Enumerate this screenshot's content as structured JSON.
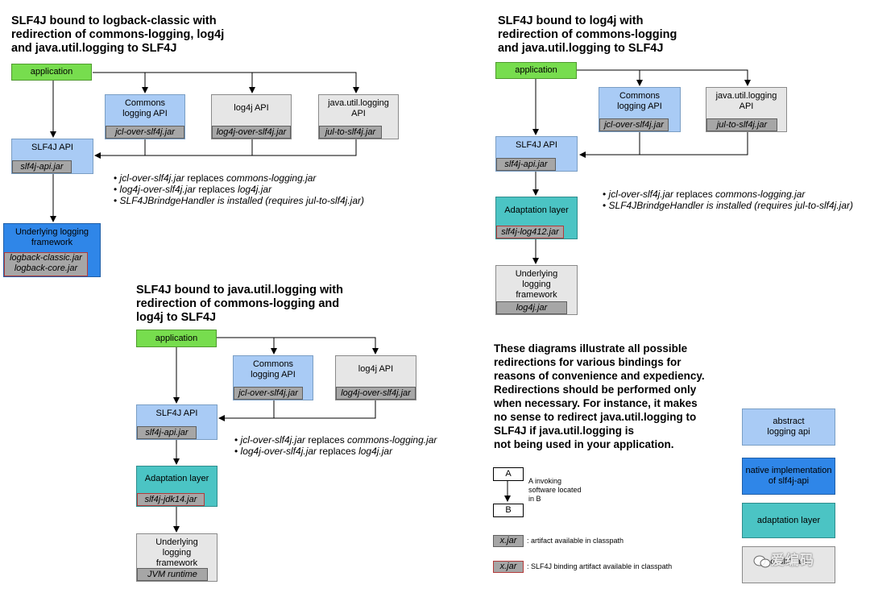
{
  "diagram1": {
    "title_lines": [
      "SLF4J bound to logback-classic with",
      "redirection of commons-logging, log4j",
      "and java.util.logging to SLF4J"
    ],
    "application": "application",
    "commons": {
      "label_lines": [
        "Commons",
        "logging API"
      ],
      "jar": "jcl-over-slf4j.jar"
    },
    "log4j": {
      "label": "log4j API",
      "jar": "log4j-over-slf4j.jar"
    },
    "jul": {
      "label_lines": [
        "java.util.logging",
        "API"
      ],
      "jar": "jul-to-slf4j.jar"
    },
    "slf4j": {
      "label": "SLF4J API",
      "jar": "slf4j-api.jar"
    },
    "underlying": {
      "label_lines": [
        "Underlying logging",
        "framework"
      ],
      "jar_lines": [
        "logback-classic.jar",
        "logback-core.jar"
      ]
    },
    "notes": [
      {
        "italic": "jcl-over-slf4j.jar",
        "text": " replaces ",
        "italic2": "commons-logging.jar"
      },
      {
        "italic": "log4j-over-slf4j.jar",
        "text": " replaces ",
        "italic2": "log4j.jar"
      },
      {
        "italic": "SLF4JBrindgeHandler is installed (requires jul-to-slf4j.jar)",
        "text": "",
        "italic2": ""
      }
    ]
  },
  "diagram2": {
    "title_lines": [
      "SLF4J bound to java.util.logging with",
      "redirection of commons-logging and",
      "log4j to SLF4J"
    ],
    "application": "application",
    "commons": {
      "label_lines": [
        "Commons",
        "logging API"
      ],
      "jar": "jcl-over-slf4j.jar"
    },
    "log4j": {
      "label": "log4j API",
      "jar": "log4j-over-slf4j.jar"
    },
    "slf4j": {
      "label": "SLF4J API",
      "jar": "slf4j-api.jar"
    },
    "adaptation": {
      "label": "Adaptation layer",
      "jar": "slf4j-jdk14.jar"
    },
    "underlying": {
      "label_lines": [
        "Underlying",
        "logging",
        "framework"
      ],
      "jar": "JVM runtime"
    },
    "notes": [
      {
        "italic": "jcl-over-slf4j.jar",
        "text": " replaces ",
        "italic2": "commons-logging.jar"
      },
      {
        "italic": "log4j-over-slf4j.jar",
        "text": " replaces ",
        "italic2": "log4j.jar"
      }
    ]
  },
  "diagram3": {
    "title_lines": [
      "SLF4J bound to log4j with",
      "redirection of commons-logging",
      "and java.util.logging to SLF4J"
    ],
    "application": "application",
    "commons": {
      "label_lines": [
        "Commons",
        "logging API"
      ],
      "jar": "jcl-over-slf4j.jar"
    },
    "jul": {
      "label_lines": [
        "java.util.logging",
        "API"
      ],
      "jar": "jul-to-slf4j.jar"
    },
    "slf4j": {
      "label": "SLF4J API",
      "jar": "slf4j-api.jar"
    },
    "adaptation": {
      "label": "Adaptation layer",
      "jar": "slf4j-log412.jar"
    },
    "underlying": {
      "label_lines": [
        "Underlying",
        "logging",
        "framework"
      ],
      "jar": "log4j.jar"
    },
    "notes": [
      {
        "italic": "jcl-over-slf4j.jar",
        "text": " replaces ",
        "italic2": "commons-logging.jar"
      },
      {
        "italic": "SLF4JBrindgeHandler is installed (requires jul-to-slf4j.jar)",
        "text": "",
        "italic2": ""
      }
    ]
  },
  "explanation_lines": [
    "These diagrams illustrate all possible",
    "redirections for various bindings for",
    "reasons of convenience and expediency.",
    "Redirections should be performed only",
    "when necessary. For instance, it makes",
    "no sense to redirect java.util.logging to",
    "SLF4J if java.util.logging is",
    "not being used in your application."
  ],
  "legend": {
    "a": "A",
    "b": "B",
    "invoking_lines": [
      "A invoking",
      "software located",
      "in B"
    ],
    "jar": "x.jar",
    "jar_text": ": artifact available in classpath",
    "binding_jar": "x.jar",
    "binding_text": ": SLF4J binding artifact available in classpath",
    "abstract_lines": [
      "abstract",
      "logging api"
    ],
    "native_lines": [
      "native implementation",
      "of slf4j-api"
    ],
    "adaptation": "adaptation layer",
    "gray_lines": [
      "",
      "of slf4j-api"
    ]
  },
  "watermark": "爱编码",
  "colors": {
    "application": "#77dd4e",
    "api": "#a9cbf5",
    "adaptation": "#4bc4c4",
    "native": "#2f86e8",
    "gray": "#e6e6e6",
    "jar": "#a6a6a6",
    "binding_border": "#b33a3a"
  }
}
